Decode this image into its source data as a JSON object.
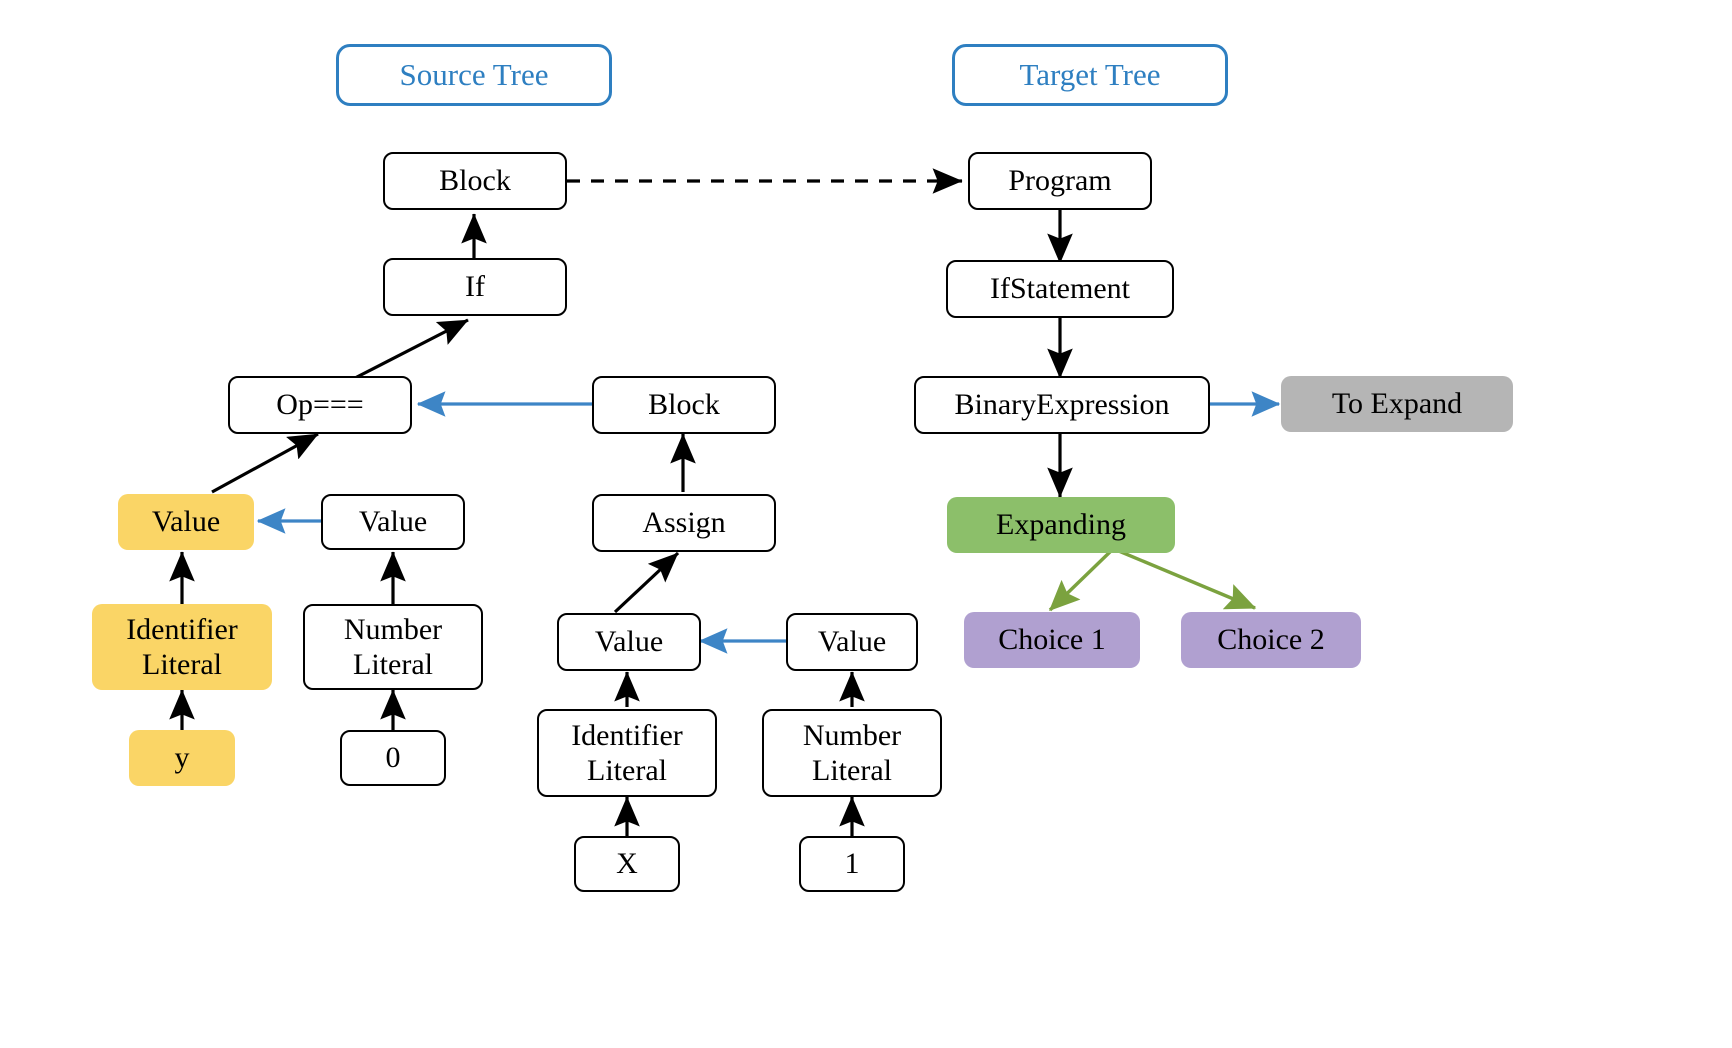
{
  "diagram": {
    "title_source": "Source Tree",
    "title_target": "Target Tree",
    "colors": {
      "legend_border": "#2e7fc1",
      "legend_text": "#2e7fc1",
      "node_border": "#000000",
      "node_fill": "#ffffff",
      "highlight_yellow": "#fad566",
      "match_arrow_blue": "#3d85c6",
      "to_expand_gray": "#b5b5b5",
      "expanding_green": "#8cbf6a",
      "choice_purple": "#b0a0d0",
      "choice_arrow_green": "#7ba23f",
      "black_arrow": "#000000"
    },
    "source_tree": {
      "nodes": [
        {
          "id": "s_block_root",
          "label": "Block",
          "style": "plain"
        },
        {
          "id": "s_if",
          "label": "If",
          "style": "plain"
        },
        {
          "id": "s_op",
          "label": "Op===",
          "style": "plain"
        },
        {
          "id": "s_value_y",
          "label": "Value",
          "style": "yellow"
        },
        {
          "id": "s_ident_lit_y",
          "label": "Identifier\nLiteral",
          "style": "yellow"
        },
        {
          "id": "s_y",
          "label": "y",
          "style": "yellow"
        },
        {
          "id": "s_value_0",
          "label": "Value",
          "style": "plain"
        },
        {
          "id": "s_num_lit_0",
          "label": "Number\nLiteral",
          "style": "plain"
        },
        {
          "id": "s_0",
          "label": "0",
          "style": "plain"
        },
        {
          "id": "s_block_body",
          "label": "Block",
          "style": "plain"
        },
        {
          "id": "s_assign",
          "label": "Assign",
          "style": "plain"
        },
        {
          "id": "s_value_x",
          "label": "Value",
          "style": "plain"
        },
        {
          "id": "s_ident_lit_x",
          "label": "Identifier\nLiteral",
          "style": "plain"
        },
        {
          "id": "s_x",
          "label": "X",
          "style": "plain"
        },
        {
          "id": "s_value_1",
          "label": "Value",
          "style": "plain"
        },
        {
          "id": "s_num_lit_1",
          "label": "Number\nLiteral",
          "style": "plain"
        },
        {
          "id": "s_1",
          "label": "1",
          "style": "plain"
        }
      ]
    },
    "target_tree": {
      "nodes": [
        {
          "id": "t_program",
          "label": "Program",
          "style": "plain"
        },
        {
          "id": "t_ifstatement",
          "label": "IfStatement",
          "style": "plain"
        },
        {
          "id": "t_binaryexpression",
          "label": "BinaryExpression",
          "style": "plain"
        },
        {
          "id": "t_to_expand",
          "label": "To Expand",
          "style": "gray"
        },
        {
          "id": "t_expanding",
          "label": "Expanding",
          "style": "green"
        },
        {
          "id": "t_choice1",
          "label": "Choice 1",
          "style": "purple"
        },
        {
          "id": "t_choice2",
          "label": "Choice 2",
          "style": "purple"
        }
      ]
    },
    "edges": {
      "source_child_to_parent": [
        {
          "from": "s_if",
          "to": "s_block_root"
        },
        {
          "from": "s_op",
          "to": "s_if"
        },
        {
          "from": "s_value_y",
          "to": "s_op"
        },
        {
          "from": "s_ident_lit_y",
          "to": "s_value_y"
        },
        {
          "from": "s_y",
          "to": "s_ident_lit_y"
        },
        {
          "from": "s_num_lit_0",
          "to": "s_value_0"
        },
        {
          "from": "s_0",
          "to": "s_num_lit_0"
        },
        {
          "from": "s_assign",
          "to": "s_block_body"
        },
        {
          "from": "s_value_x",
          "to": "s_assign"
        },
        {
          "from": "s_ident_lit_x",
          "to": "s_value_x"
        },
        {
          "from": "s_x",
          "to": "s_ident_lit_x"
        },
        {
          "from": "s_num_lit_1",
          "to": "s_value_1"
        },
        {
          "from": "s_1",
          "to": "s_num_lit_1"
        }
      ],
      "blue_match": [
        {
          "from": "s_block_body",
          "to": "s_op"
        },
        {
          "from": "s_value_0",
          "to": "s_value_y"
        },
        {
          "from": "s_value_1",
          "to": "s_value_x"
        },
        {
          "from": "t_binaryexpression",
          "to": "t_to_expand"
        }
      ],
      "dashed_alignment": [
        {
          "from": "s_block_root",
          "to": "t_program"
        }
      ],
      "target_parent_to_child": [
        {
          "from": "t_program",
          "to": "t_ifstatement"
        },
        {
          "from": "t_ifstatement",
          "to": "t_binaryexpression"
        },
        {
          "from": "t_binaryexpression",
          "to": "t_expanding"
        }
      ],
      "green_choice": [
        {
          "from": "t_expanding",
          "to": "t_choice1"
        },
        {
          "from": "t_expanding",
          "to": "t_choice2"
        }
      ]
    }
  }
}
